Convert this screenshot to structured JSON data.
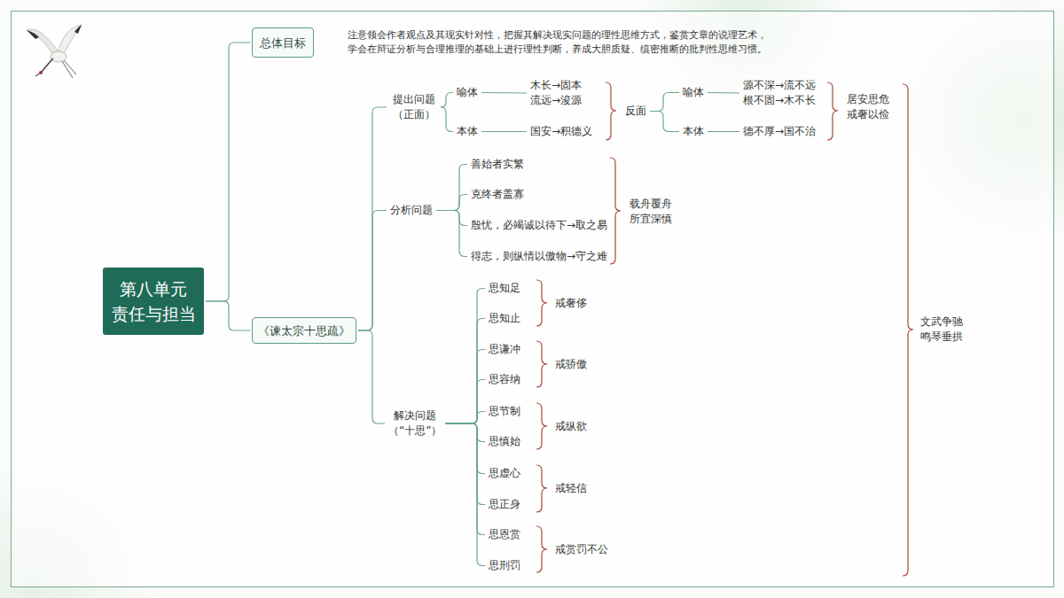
{
  "diagram": {
    "nodes": [
      {
        "text": [
          "第八单元 责任与担当"
        ]
      },
      {
        "text": [
          "总体目标"
        ]
      },
      {
        "text": [
          "《谏太宗十思疏》"
        ]
      },
      {
        "text": [
          "提出问题 （正面）"
        ]
      },
      {
        "text": [
          "喻体"
        ]
      },
      {
        "text": [
          "木长→固本 流远→浚源"
        ]
      },
      {
        "text": [
          "本体"
        ]
      },
      {
        "text": [
          "国安→积德义"
        ]
      },
      {
        "text": [
          "反面"
        ]
      },
      {
        "text": [
          "喻体"
        ]
      },
      {
        "text": [
          "源不深→流不远 根不固→木不长"
        ]
      },
      {
        "text": [
          "本体"
        ]
      },
      {
        "text": [
          "德不厚→国不治"
        ]
      },
      {
        "text": [
          "分析问题"
        ]
      },
      {
        "text": [
          "善始者实繁"
        ]
      },
      {
        "text": [
          "克终者盖寡"
        ]
      },
      {
        "text": [
          "殷忧，必竭诚以待下→取之易"
        ]
      },
      {
        "text": [
          "得志，则纵情以傲物→守之难"
        ]
      },
      {
        "text": [
          "解决问题 （“十思”）"
        ]
      },
      {
        "text": [
          "思知足"
        ]
      },
      {
        "text": [
          "思知止"
        ]
      },
      {
        "text": [
          "思谦冲"
        ]
      },
      {
        "text": [
          "思容纳"
        ]
      },
      {
        "text": [
          "思节制"
        ]
      },
      {
        "text": [
          "思慎始"
        ]
      },
      {
        "text": [
          "思虚心"
        ]
      },
      {
        "text": [
          "思正身"
        ]
      },
      {
        "text": [
          "思恩赏"
        ]
      },
      {
        "text": [
          "思刑罚"
        ]
      }
    ],
    "edges": [
      {
        "from": 0,
        "to": 1,
        "arrow": "none"
      },
      {
        "from": 0,
        "to": 2,
        "arrow": "none"
      },
      {
        "from": 2,
        "to": 3,
        "arrow": "none"
      },
      {
        "from": 2,
        "to": 13,
        "arrow": "none"
      },
      {
        "from": 2,
        "to": 18,
        "arrow": "none"
      },
      {
        "from": 3,
        "to": 4,
        "arrow": "none"
      },
      {
        "from": 4,
        "to": 5,
        "arrow": "none"
      },
      {
        "from": 3,
        "to": 6,
        "arrow": "none"
      },
      {
        "from": 6,
        "to": 7,
        "arrow": "none"
      },
      {
        "from": 8,
        "to": 9,
        "arrow": "none"
      },
      {
        "from": 9,
        "to": 10,
        "arrow": "none"
      },
      {
        "from": 8,
        "to": 11,
        "arrow": "none"
      },
      {
        "from": 11,
        "to": 12,
        "arrow": "none"
      },
      {
        "from": 13,
        "to": 14,
        "arrow": "none"
      },
      {
        "from": 13,
        "to": 15,
        "arrow": "none"
      },
      {
        "from": 13,
        "to": 16,
        "arrow": "none"
      },
      {
        "from": 13,
        "to": 17,
        "arrow": "none"
      },
      {
        "from": 18,
        "to": 19,
        "arrow": "none"
      },
      {
        "from": 18,
        "to": 20,
        "arrow": "none"
      },
      {
        "from": 18,
        "to": 21,
        "arrow": "none"
      },
      {
        "from": 18,
        "to": 22,
        "arrow": "none"
      },
      {
        "from": 18,
        "to": 23,
        "arrow": "none"
      },
      {
        "from": 18,
        "to": 24,
        "arrow": "none"
      },
      {
        "from": 18,
        "to": 25,
        "arrow": "none"
      },
      {
        "from": 18,
        "to": 26,
        "arrow": "none"
      },
      {
        "from": 18,
        "to": 27,
        "arrow": "none"
      },
      {
        "from": 18,
        "to": 28,
        "arrow": "none"
      }
    ],
    "labels": [
      "注意领会作者观点及其现实针对性，把握其解决现实问题的理性思维方式，鉴赏文章的说理艺术， 学会在辩证分析与合理推理的基础上进行理性判断，养成大胆质疑、缜密推断的批判性思维习惯。",
      "居安思危 戒奢以俭",
      "载舟覆舟 所宜深慎",
      "戒奢侈",
      "戒骄傲",
      "戒纵欲",
      "戒轻信",
      "戒赏罚不公",
      "文武争驰 鸣琴垂拱"
    ]
  }
}
